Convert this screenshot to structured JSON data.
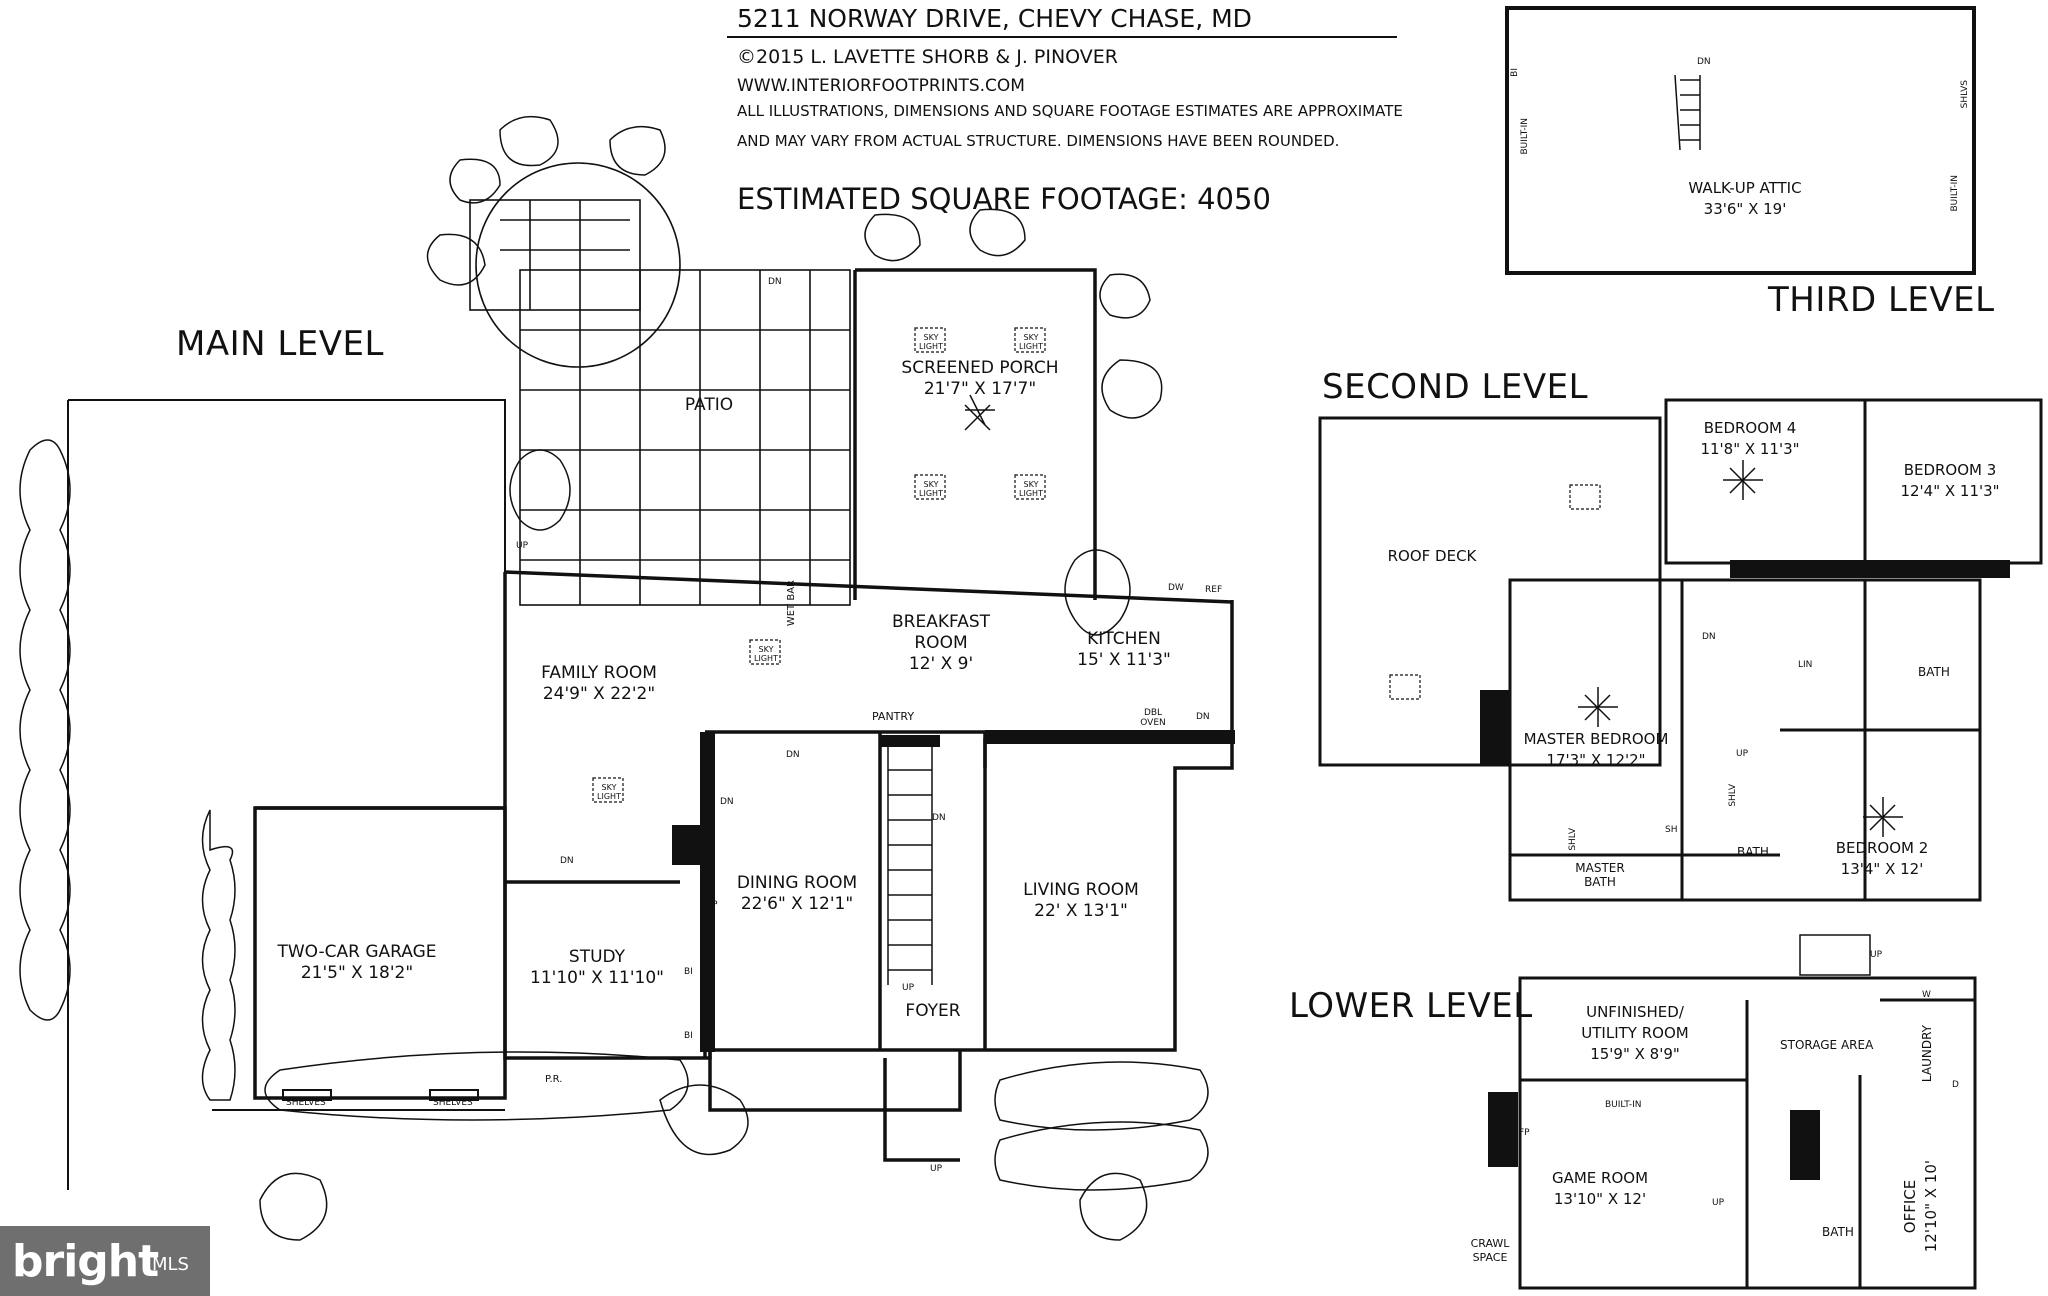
{
  "header": {
    "address": "5211 NORWAY DRIVE, CHEVY CHASE, MD",
    "copyright": "©2015 L. LAVETTE SHORB & J. PINOVER",
    "website": "WWW.INTERIORFOOTPRINTS.COM",
    "disclaimer_1": "ALL ILLUSTRATIONS, DIMENSIONS AND SQUARE FOOTAGE ESTIMATES ARE APPROXIMATE",
    "disclaimer_2": "AND MAY VARY FROM ACTUAL STRUCTURE. DIMENSIONS HAVE BEEN ROUNDED.",
    "sqft": "ESTIMATED SQUARE FOOTAGE: 4050"
  },
  "levels": {
    "main": "MAIN LEVEL",
    "second": "SECOND LEVEL",
    "third": "THIRD LEVEL",
    "lower": "LOWER LEVEL"
  },
  "rooms": {
    "patio": {
      "name": "PATIO"
    },
    "screened_porch": {
      "name": "SCREENED PORCH",
      "dims": "21'7\" X 17'7\""
    },
    "family_room": {
      "name": "FAMILY ROOM",
      "dims": "24'9\" X 22'2\""
    },
    "breakfast_room": {
      "name": "BREAKFAST ROOM",
      "dims": "12' X 9'"
    },
    "kitchen": {
      "name": "KITCHEN",
      "dims": "15' X 11'3\""
    },
    "dining_room": {
      "name": "DINING ROOM",
      "dims": "22'6\" X 12'1\""
    },
    "living_room": {
      "name": "LIVING ROOM",
      "dims": "22' X 13'1\""
    },
    "study": {
      "name": "STUDY",
      "dims": "11'10\" X 11'10\""
    },
    "garage": {
      "name": "TWO-CAR GARAGE",
      "dims": "21'5\" X 18'2\""
    },
    "foyer": {
      "name": "FOYER"
    },
    "attic": {
      "name": "WALK-UP ATTIC",
      "dims": "33'6\" X 19'"
    },
    "roof_deck": {
      "name": "ROOF DECK"
    },
    "bedroom4": {
      "name": "BEDROOM 4",
      "dims": "11'8\" X 11'3\""
    },
    "bedroom3": {
      "name": "BEDROOM 3",
      "dims": "12'4\" X 11'3\""
    },
    "master_bedroom": {
      "name": "MASTER BEDROOM",
      "dims": "17'3\" X 12'2\""
    },
    "bedroom2": {
      "name": "BEDROOM 2",
      "dims": "13'4\" X 12'"
    },
    "bath_upper": {
      "name": "BATH"
    },
    "bath_hall": {
      "name": "BATH"
    },
    "master_bath": {
      "name": "MASTER BATH"
    },
    "utility_room": {
      "name": "UNFINISHED/ UTILITY ROOM",
      "dims": "15'9\" X 8'9\""
    },
    "storage": {
      "name": "STORAGE AREA"
    },
    "game_room": {
      "name": "GAME ROOM",
      "dims": "13'10\" X 12'"
    },
    "office": {
      "name": "OFFICE",
      "dims": "12'10\" X 10'"
    },
    "laundry": {
      "name": "LAUNDRY"
    },
    "bath_lower": {
      "name": "BATH"
    },
    "crawl": {
      "name": "CRAWL SPACE"
    }
  },
  "labels": {
    "up": "UP",
    "dn": "DN",
    "sky_light": "SKY LIGHT",
    "wet_bar": "WET BAR",
    "pantry": "PANTRY",
    "dw": "DW",
    "ref": "REF",
    "dbl_oven": "DBL OVEN",
    "fp": "FP",
    "bi": "BI",
    "pr": "P.R.",
    "shelves": "SHELVES",
    "built_in": "BUILT-IN",
    "shlvs": "SHLVS",
    "lin": "LIN",
    "shlv": "SHLV",
    "sh": "SH",
    "w": "W",
    "d": "D"
  },
  "watermark": {
    "brand": "bright",
    "suffix": "MLS"
  }
}
